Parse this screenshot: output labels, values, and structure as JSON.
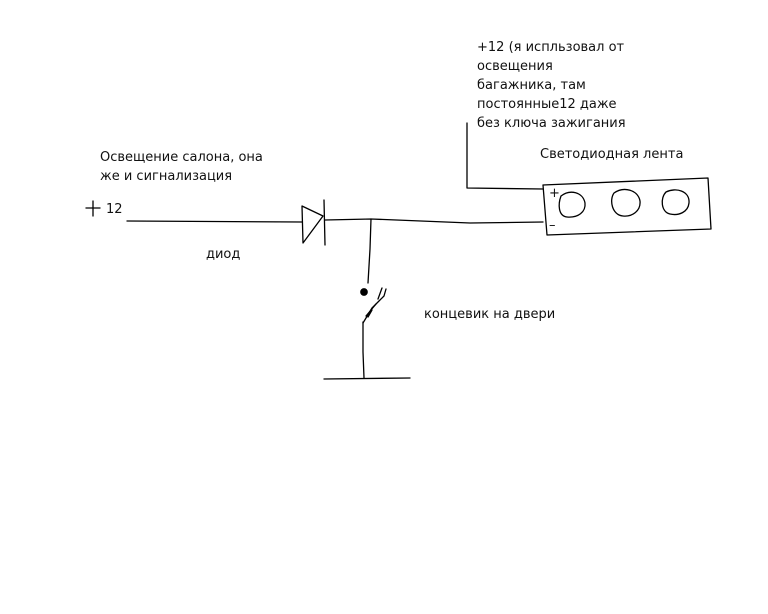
{
  "labels": {
    "power_source_note": {
      "line1": "+12 (я испльзовал от",
      "line2": "освещения",
      "line3": "багажника, там",
      "line4": "постоянные12 даже",
      "line5": "без ключа зажигания"
    },
    "led_strip": "Светодиодная лента",
    "cabin_light": {
      "line1": "Освещение салона, она",
      "line2": "же и сигнализация"
    },
    "plus_12": "12",
    "diode": "диод",
    "door_switch": "концевик на двери",
    "strip_plus": "+",
    "strip_minus": "–"
  }
}
